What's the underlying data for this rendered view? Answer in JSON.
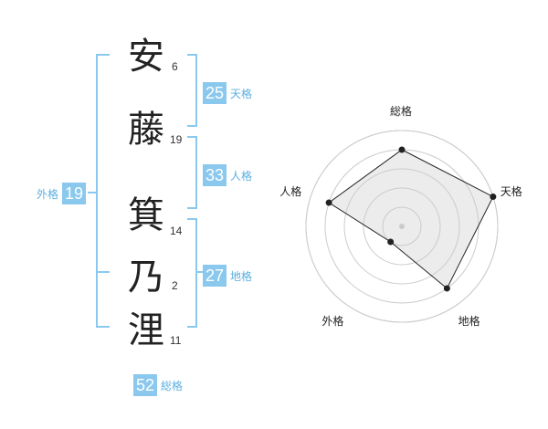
{
  "name": {
    "chars": [
      {
        "char": "安",
        "strokes": "6"
      },
      {
        "char": "藤",
        "strokes": "19"
      },
      {
        "char": "箕",
        "strokes": "14"
      },
      {
        "char": "乃",
        "strokes": "2"
      },
      {
        "char": "浬",
        "strokes": "11"
      }
    ]
  },
  "kaku": {
    "tenkaku": {
      "value": "25",
      "label": "天格"
    },
    "jinkaku": {
      "value": "33",
      "label": "人格"
    },
    "chikaku": {
      "value": "27",
      "label": "地格"
    },
    "gaikaku": {
      "value": "19",
      "label": "外格"
    },
    "soukaku": {
      "value": "52",
      "label": "総格"
    }
  },
  "colors": {
    "accent": "#8ac8ee",
    "accent_text": "#5ab0e0",
    "bracket": "#8ac8ee",
    "radar_fill": "#ececec",
    "radar_ring": "#cccccc"
  },
  "chart_data": {
    "type": "radar",
    "axes": [
      "総格",
      "天格",
      "地格",
      "外格",
      "人格"
    ],
    "values": [
      4,
      5,
      4,
      1,
      4
    ],
    "rmax": 5,
    "rings": 5,
    "grid": true
  }
}
